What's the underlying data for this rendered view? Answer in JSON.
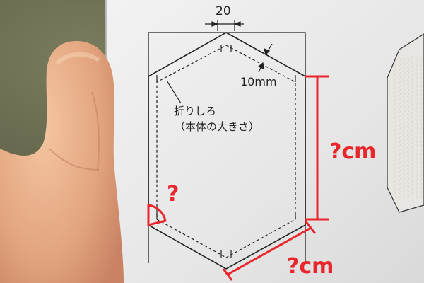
{
  "diagram": {
    "top_width": "20",
    "seam_allowance_dim": "10mm",
    "note_line1": "折りしろ",
    "note_line2": "（本体の大きさ）"
  },
  "annotations": {
    "angle_question": "?",
    "height_question": "?cm",
    "edge_question": "?cm",
    "color": "#e8262b"
  },
  "colors": {
    "background_green": "#6b6a4e",
    "paper": "#ececec",
    "skin": "#e8b48e",
    "ink": "#222222"
  }
}
